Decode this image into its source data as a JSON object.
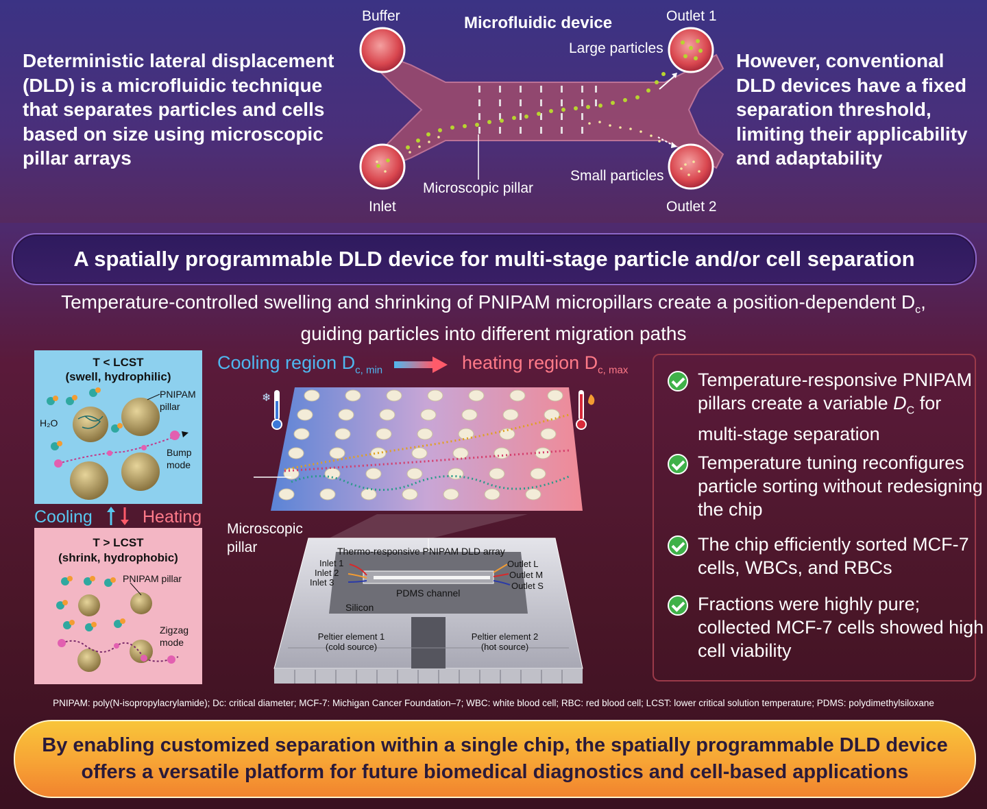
{
  "top": {
    "left_text": "Deterministic lateral displacement (DLD) is a microfluidic technique that separates particles and cells based on size using microscopic pillar arrays",
    "right_text": "However, conventional DLD devices have a fixed separation threshold, limiting their applicability and adaptability",
    "device_title": "Microfluidic device",
    "buffer": "Buffer",
    "inlet": "Inlet",
    "outlet1": "Outlet 1",
    "outlet2": "Outlet 2",
    "large": "Large particles",
    "small": "Small particles",
    "pillar": "Microscopic pillar"
  },
  "banner": "A spatially programmable DLD device for multi-stage particle and/or cell separation",
  "subtitle": {
    "line1": "Temperature-controlled swelling and shrinking of PNIPAM micropillars create a position-dependent D",
    "line1_sub": "c",
    "line1_end": ",",
    "line2": "guiding particles into different migration paths"
  },
  "swell": {
    "title": "T < LCST",
    "subtitle": "(swell, hydrophilic)",
    "pnipam": "PNIPAM pillar",
    "water": "H₂O",
    "mode": "Bump mode"
  },
  "cooling": "Cooling",
  "heating": "Heating",
  "shrink": {
    "title": "T > LCST",
    "subtitle": "(shrink, hydrophobic)",
    "pnipam": "PNIPAM pillar",
    "mode": "Zigzag mode"
  },
  "gradient": {
    "cool": "Cooling region D",
    "cool_sub": "c, min",
    "heat": "heating region D",
    "heat_sub": "c, max"
  },
  "pillar_label": "Microscopic pillar",
  "chip": {
    "title": "Thermo-responsive PNIPAM DLD array",
    "inlet1": "Inlet 1",
    "inlet2": "Inlet 2",
    "inlet3": "Inlet 3",
    "outL": "Outlet L",
    "outM": "Outlet M",
    "outS": "Outlet S",
    "channel": "PDMS channel",
    "silicon": "Silicon",
    "peltier1": "Peltier element 1",
    "peltier1b": "(cold source)",
    "peltier2": "Peltier element 2",
    "peltier2b": "(hot source)"
  },
  "checks": [
    {
      "pre": "Temperature-responsive PNIPAM pillars create a variable ",
      "var": "D",
      "sub": "C",
      "post": " for multi-stage separation"
    },
    {
      "pre": "Temperature tuning reconfigures particle sorting without redesigning the chip"
    },
    {
      "pre": "The chip efficiently sorted MCF-7 cells, WBCs, and RBCs"
    },
    {
      "pre": "Fractions were highly pure; collected MCF-7 cells showed high cell viability"
    }
  ],
  "footnote": "PNIPAM: poly(N-isopropylacrylamide); Dc: critical diameter; MCF-7: Michigan Cancer Foundation–7; WBC: white blood cell; RBC: red blood cell; LCST: lower critical solution temperature; PDMS: polydimethylsiloxane",
  "conclusion": "By enabling customized separation within a single chip, the spatially programmable DLD device offers a versatile platform for future biomedical diagnostics and cell-based applications"
}
